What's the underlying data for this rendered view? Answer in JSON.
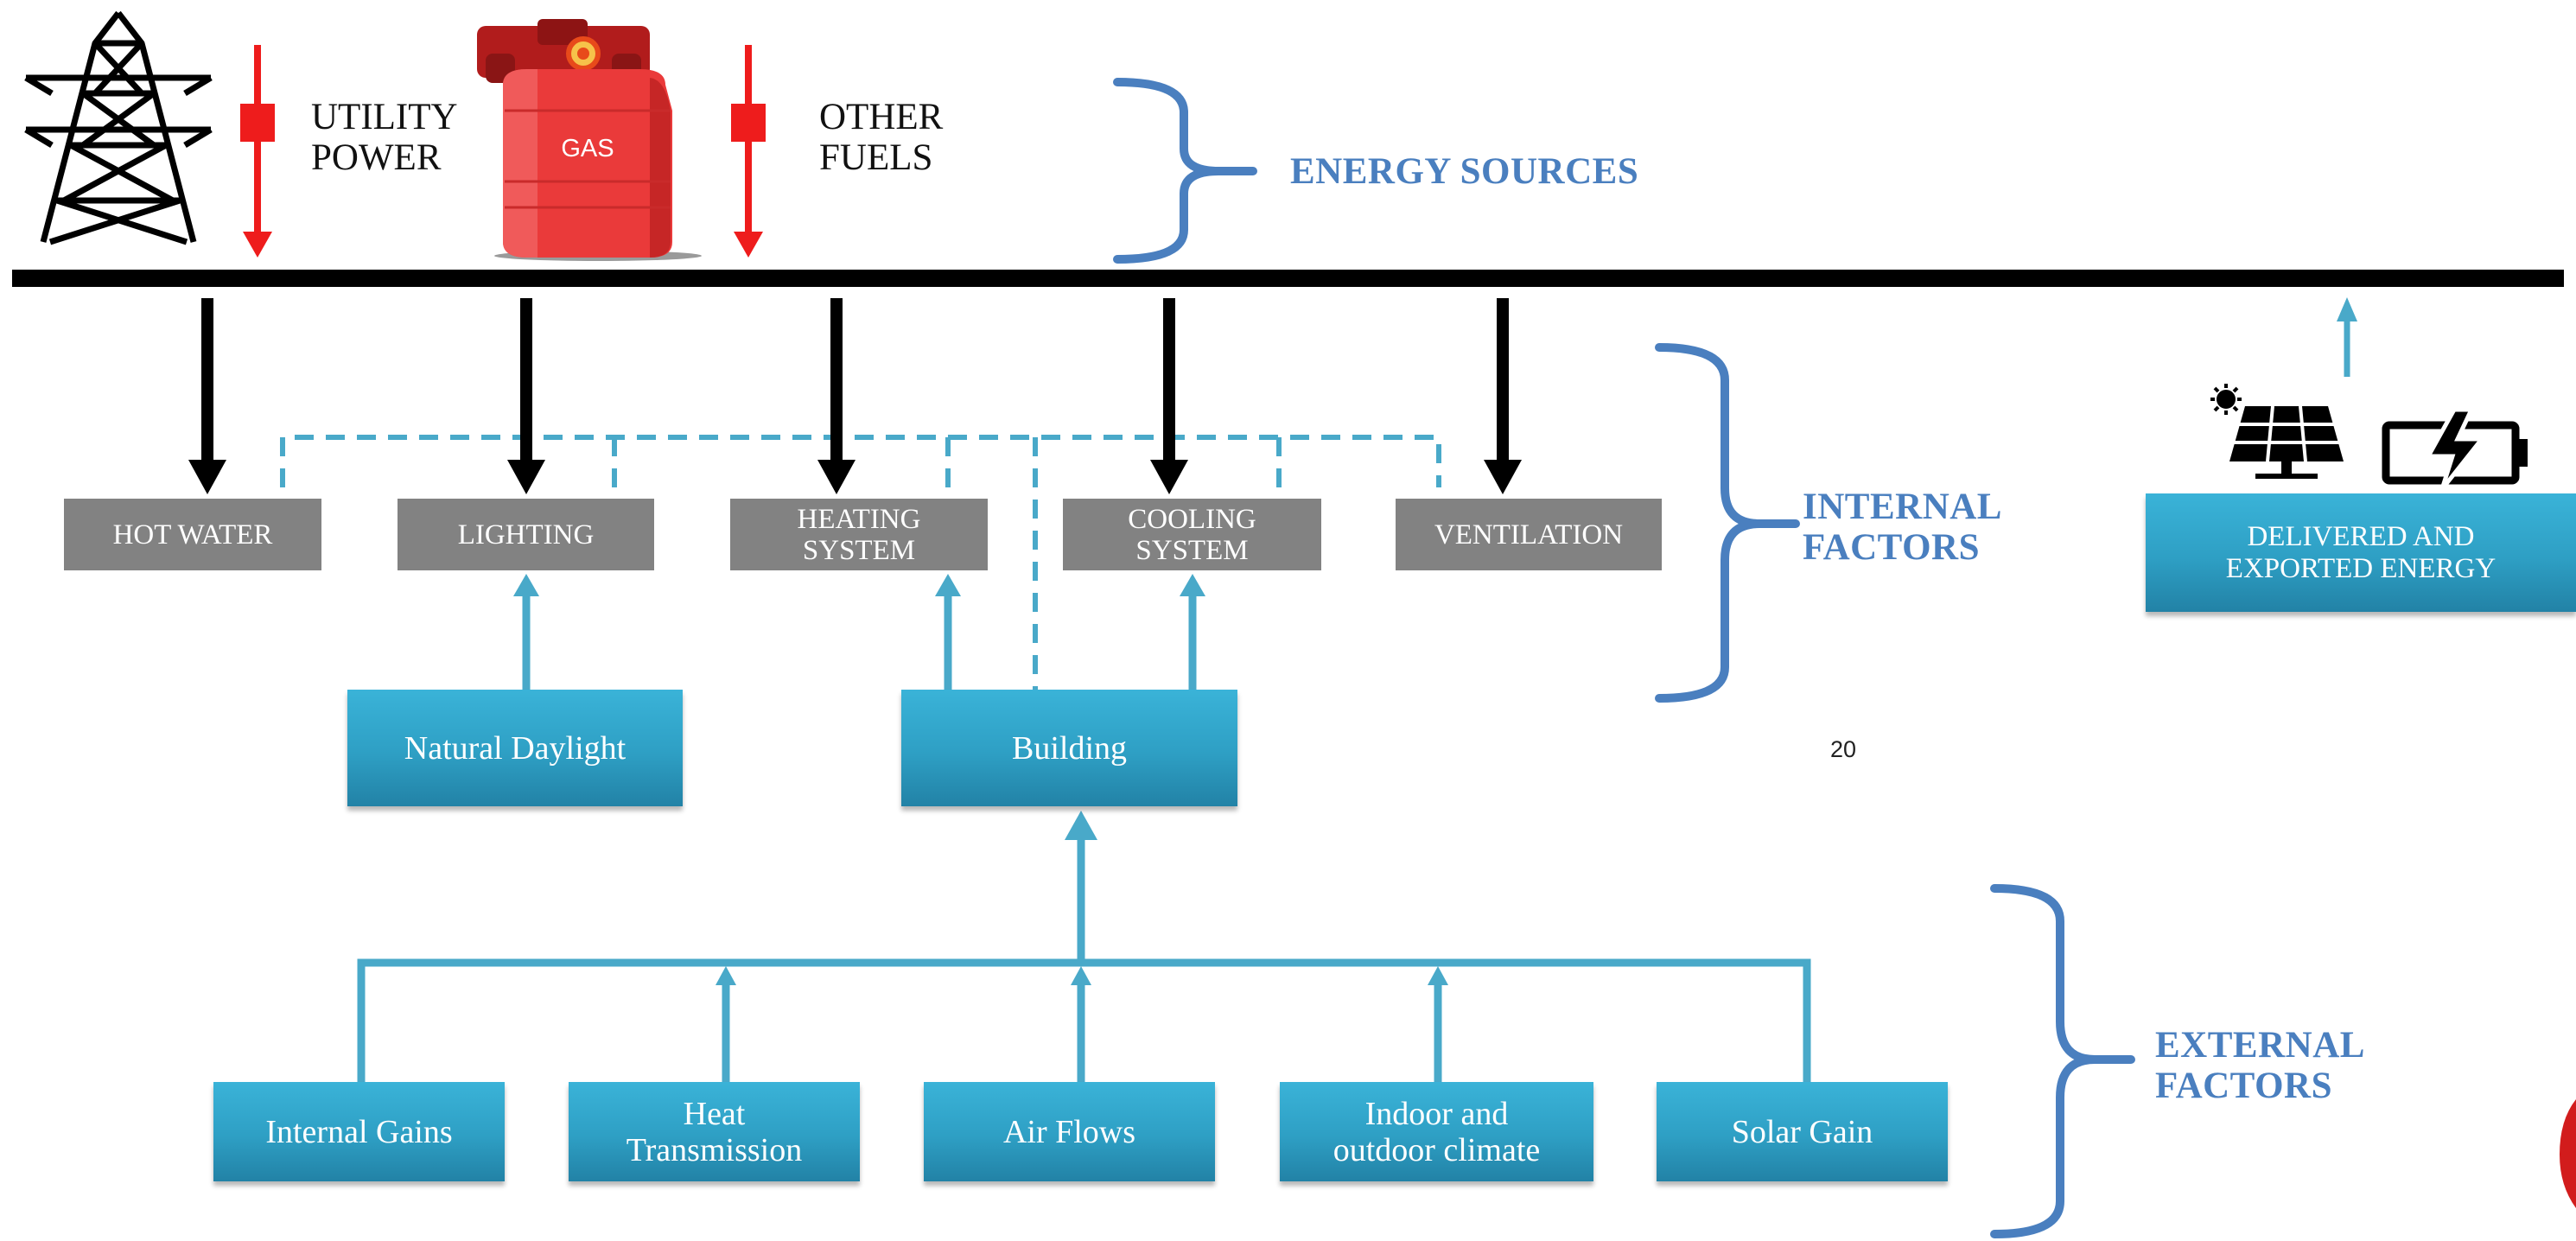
{
  "energy_sources": {
    "utility_power": "UTILITY\nPOWER",
    "gas_cylinder_text": "GAS",
    "other_fuels": "OTHER\nFUELS",
    "section_label": "ENERGY SOURCES"
  },
  "internal": {
    "boxes": [
      "HOT WATER",
      "LIGHTING",
      "HEATING\nSYSTEM",
      "COOLING\nSYSTEM",
      "VENTILATION"
    ],
    "section_label": "INTERNAL\nFACTORS"
  },
  "middle": {
    "natural_daylight": "Natural Daylight",
    "building": "Building",
    "page_number": "20"
  },
  "delivered": {
    "label": "DELIVERED AND\nEXPORTED ENERGY",
    "icons": [
      "sun-icon",
      "solar-panel-icon",
      "battery-charging-icon"
    ]
  },
  "external": {
    "boxes": [
      "Internal Gains",
      "Heat\nTransmission",
      "Air Flows",
      "Indoor and\noutdoor climate",
      "Solar Gain"
    ],
    "section_label": "EXTERNAL\nFACTORS"
  },
  "colors": {
    "bar": "#000000",
    "red_arrow": "#ee1c1c",
    "gray_box": "#828282",
    "blue_box": "#2e9fc4",
    "connector": "#49a9c9",
    "bracket": "#4a7fbf",
    "label_blue": "#4a7fbf"
  }
}
